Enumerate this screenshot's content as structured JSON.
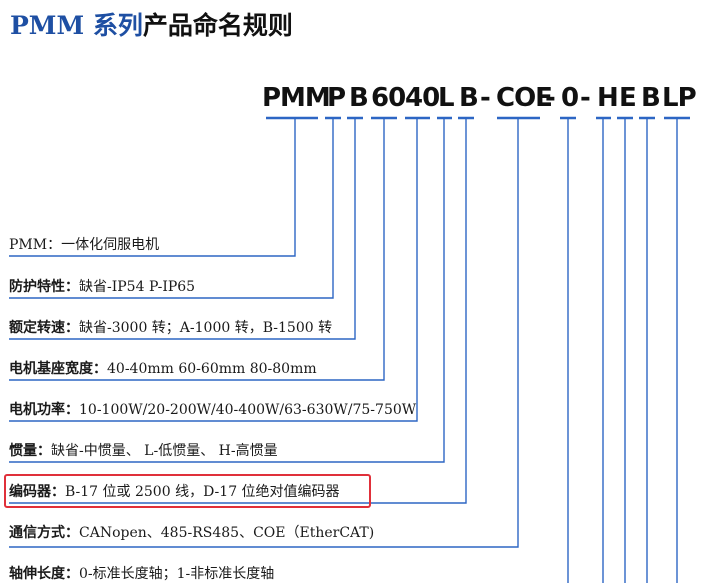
{
  "title": {
    "prefix": "PMM 系列",
    "suffix": "产品命名规则"
  },
  "code": {
    "segments": [
      "PMM",
      "P",
      "B",
      "60",
      "40",
      "L",
      "B",
      "COE",
      "0",
      "H",
      "E",
      "B",
      "LP"
    ],
    "separator": "-"
  },
  "rows": [
    {
      "label": "PMM：",
      "value": "一体化伺服电机"
    },
    {
      "label": "防护特性：",
      "value": "缺省-IP54 P-IP65"
    },
    {
      "label": "额定转速：",
      "value": "缺省-3000 转；A-1000 转，B-1500 转"
    },
    {
      "label": "电机基座宽度：",
      "value": "40-40mm 60-60mm 80-80mm"
    },
    {
      "label": "电机功率：",
      "value": "10-100W/20-200W/40-400W/63-630W/75-750W"
    },
    {
      "label": "惯量：",
      "value": "缺省-中惯量、 L-低惯量、 H-高惯量"
    },
    {
      "label": "编码器：",
      "value": "B-17 位或 2500 线，D-17 位绝对值编码器"
    },
    {
      "label": "通信方式：",
      "value": "CANopen、485-RS485、COE（EtherCAT)"
    },
    {
      "label": "轴伸长度：",
      "value": "0-标准长度轴；1-非标准长度轴"
    }
  ],
  "colors": {
    "line": "#2d66c4",
    "highlight": "#e0303a",
    "title_blue": "#1e4fa3"
  }
}
